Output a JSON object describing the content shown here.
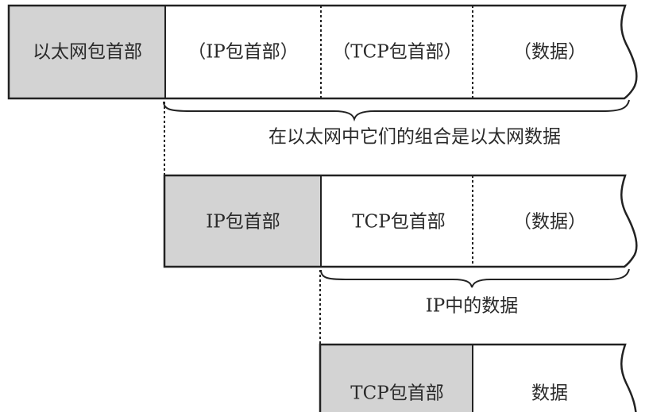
{
  "diagram": {
    "title": "",
    "colors": {
      "header_fill": "#d3d3d3",
      "stroke": "#222222",
      "background": "#ffffff"
    },
    "layers": [
      {
        "name": "ethernet-frame",
        "cells": [
          {
            "label": "以太网包首部",
            "kind": "header",
            "shaded": true
          },
          {
            "label": "（IP包首部）",
            "kind": "payload-part"
          },
          {
            "label": "（TCP包首部）",
            "kind": "payload-part"
          },
          {
            "label": "（数据）",
            "kind": "payload-part"
          }
        ],
        "brace_caption": "在以太网中它们的组合是以太网数据"
      },
      {
        "name": "ip-packet",
        "cells": [
          {
            "label": "IP包首部",
            "kind": "header",
            "shaded": true
          },
          {
            "label": "TCP包首部",
            "kind": "payload-part"
          },
          {
            "label": "（数据）",
            "kind": "payload-part"
          }
        ],
        "brace_caption": "IP中的数据"
      },
      {
        "name": "tcp-segment",
        "cells": [
          {
            "label": "TCP包首部",
            "kind": "header",
            "shaded": true
          },
          {
            "label": "数据",
            "kind": "payload-part"
          }
        ]
      }
    ]
  }
}
